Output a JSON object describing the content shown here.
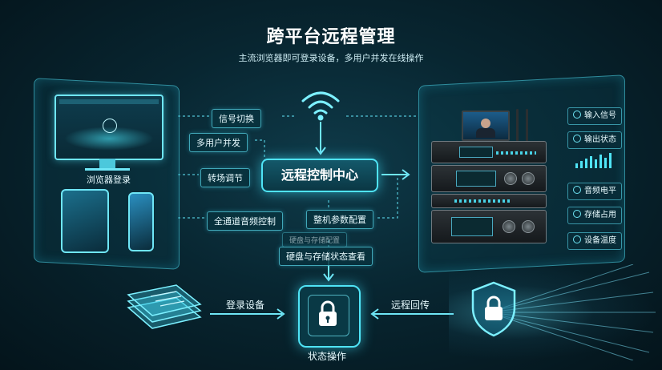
{
  "header": {
    "title": "跨平台远程管理",
    "subtitle": "主流浏览器即可登录设备，多用户并发在线操作"
  },
  "left": {
    "browser_label": "浏览器登录"
  },
  "center": {
    "hub_label": "远程控制中心",
    "pills": {
      "signal_switch": "信号切换",
      "multi_user": "多用户并发",
      "transition": "转场调节",
      "audio_control": "全通道音频控制",
      "device_params": "整机参数配置",
      "ghost_params": "硬盘与存储配置",
      "storage_check": "硬盘与存储状态查看"
    }
  },
  "right": {
    "tags": [
      "输入信号",
      "输出状态",
      "音频电平",
      "存储占用",
      "设备温度"
    ]
  },
  "bottom": {
    "login_device": "登录设备",
    "remote_return": "远程回传",
    "status_op": "状态操作"
  },
  "colors": {
    "accent": "#4fe4f6",
    "background": "#061820"
  },
  "icons": {
    "wifi": "wifi-icon",
    "lock": "lock-icon",
    "shield": "shield-lock-icon",
    "download": "download-icon",
    "docs": "document-stack-icon"
  }
}
